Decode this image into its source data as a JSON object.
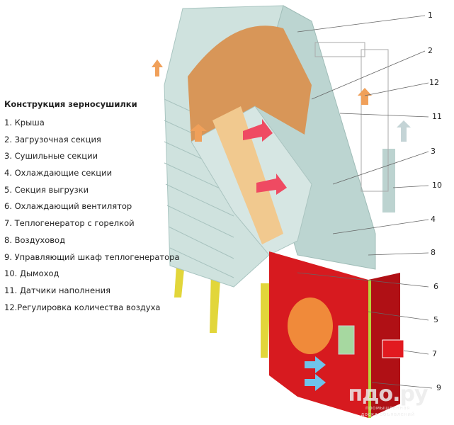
{
  "legend": {
    "title": "Конструкция зерносушилки",
    "items": [
      "1. Крыша",
      "2. Загрузочная  секция",
      "3. Сушильные секции",
      "4. Охлаждающие секции",
      "5. Секция выгрузки",
      "6. Охлаждающий вентилятор",
      "7. Теплогенератор с горелкой",
      "8. Воздуховод",
      "9. Управляющий шкаф теплогенератора",
      "10. Дымоход",
      "11. Датчики наполнения",
      "12.Регулировка количества воздуха"
    ]
  },
  "callouts": [
    "1",
    "2",
    "12",
    "11",
    "3",
    "10",
    "4",
    "8",
    "6",
    "5",
    "7",
    "9"
  ],
  "watermark": {
    "main": "пдо.ру",
    "line1": "промышленная",
    "line2": "доска объявлений"
  },
  "colors": {
    "body": "#c9dedb",
    "grain": "#d99a5c",
    "generator": "#e0141b",
    "hot_arrow": "#ef4a62",
    "cold_arrow": "#6fc3ea",
    "legs": "#e6d93a"
  }
}
